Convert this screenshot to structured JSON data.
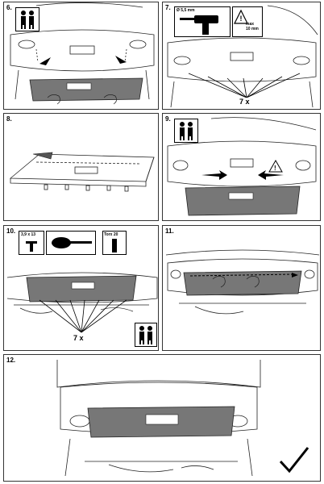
{
  "steps": [
    {
      "number": "6."
    },
    {
      "number": "7.",
      "drill_size": "Ø 5,5 mm",
      "max_depth": "max\n10 mm",
      "count": "7 x"
    },
    {
      "number": "8."
    },
    {
      "number": "9."
    },
    {
      "number": "10.",
      "screw_size": "3,9 x 13",
      "torx": "Torx 20",
      "count": "7 x"
    },
    {
      "number": "11."
    },
    {
      "number": "12."
    }
  ],
  "colors": {
    "line": "#222222",
    "bumper_fill": "#777777",
    "panel_border": "#333333"
  },
  "icons": [
    "two-persons-icon",
    "drill-icon",
    "warning-icon",
    "screw-icon",
    "screwdriver-icon",
    "torx-bit-icon",
    "checkmark-icon"
  ]
}
